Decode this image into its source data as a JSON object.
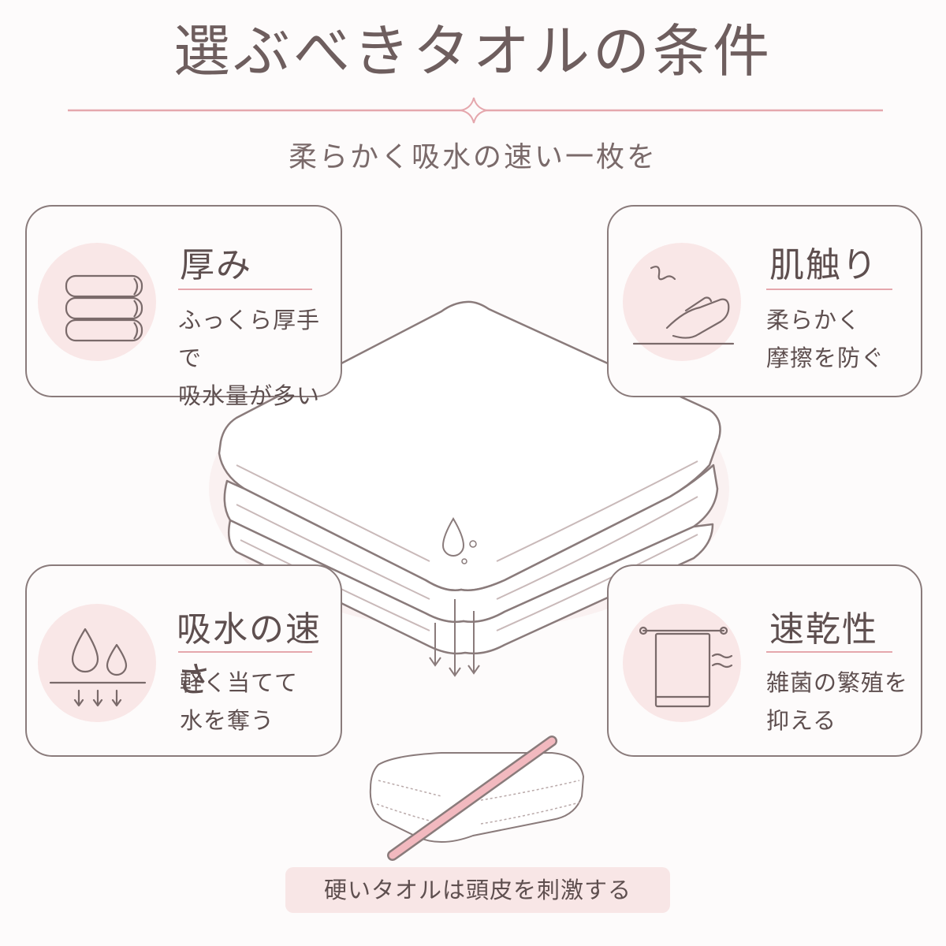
{
  "title": "選ぶべきタオルの条件",
  "subtitle": "柔らかく吸水の速い一枚を",
  "cards": [
    {
      "heading": "厚み",
      "line1": "ふっくら厚手で",
      "line2": "吸水量が多い",
      "icon": "stacked-towels-icon"
    },
    {
      "heading": "肌触り",
      "line1": "柔らかく",
      "line2": "摩擦を防ぐ",
      "icon": "hand-touch-icon"
    },
    {
      "heading": "吸水の速さ",
      "line1": "軽く当てて",
      "line2": "水を奪う",
      "icon": "water-drops-icon"
    },
    {
      "heading": "速乾性",
      "line1": "雑菌の繁殖を",
      "line2": "抑える",
      "icon": "hanging-towel-icon"
    }
  ],
  "note": "硬いタオルは頭皮を刺激する",
  "colors": {
    "text": "#6e5e5e",
    "accent_pink": "#e5a7ad",
    "circle_bg": "#f9e7e7",
    "border": "#8a7b7b"
  }
}
